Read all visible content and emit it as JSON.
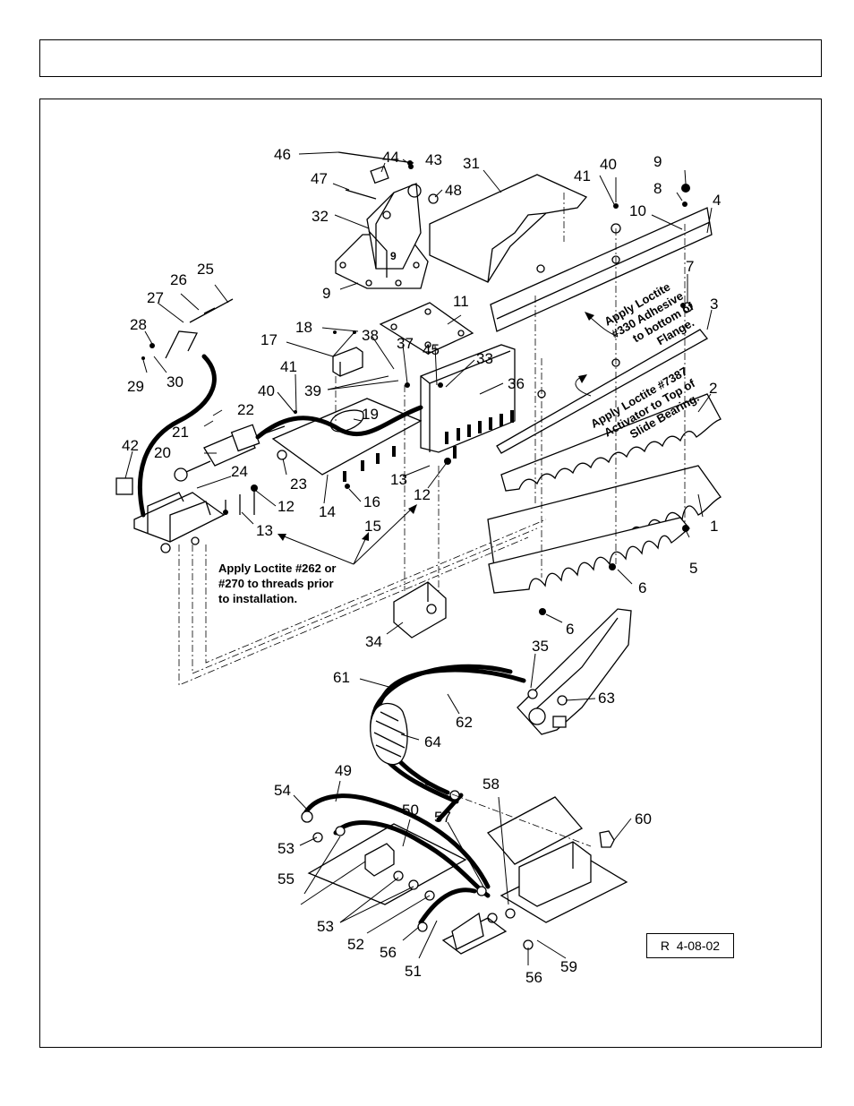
{
  "header": {
    "title": ""
  },
  "revision": "R  4-08-02",
  "notes": {
    "loctite_330_line1": "Apply Loctite",
    "loctite_330_line2": "#330 Adhesive",
    "loctite_330_line3": "to bottom of",
    "loctite_330_line4": "Flange.",
    "loctite_7387_line1": "Apply Loctite #7387",
    "loctite_7387_line2": "Activator to Top of",
    "loctite_7387_line3": "Slide Bearing.",
    "loctite_262_line1": "Apply Loctite #262 or",
    "loctite_262_line2": "#270 to threads prior",
    "loctite_262_line3": "to installation."
  },
  "callouts": {
    "c1": "1",
    "c2": "2",
    "c3": "3",
    "c4": "4",
    "c5": "5",
    "c6a": "6",
    "c6b": "6",
    "c7": "7",
    "c8": "8",
    "c9a": "9",
    "c9b": "9",
    "c9c": "9",
    "c10": "10",
    "c11": "11",
    "c12a": "12",
    "c12b": "12",
    "c13a": "13",
    "c13b": "13",
    "c14": "14",
    "c15": "15",
    "c16": "16",
    "c17": "17",
    "c18": "18",
    "c19": "19",
    "c20": "20",
    "c21": "21",
    "c22": "22",
    "c23": "23",
    "c24": "24",
    "c25": "25",
    "c26": "26",
    "c27": "27",
    "c28": "28",
    "c29": "29",
    "c30": "30",
    "c31": "31",
    "c32": "32",
    "c33": "33",
    "c34": "34",
    "c35": "35",
    "c36": "36",
    "c37": "37",
    "c38": "38",
    "c39": "39",
    "c40a": "40",
    "c40b": "40",
    "c41a": "41",
    "c41b": "41",
    "c42": "42",
    "c43": "43",
    "c44": "44",
    "c45": "45",
    "c46": "46",
    "c47": "47",
    "c48": "48",
    "c49": "49",
    "c50": "50",
    "c51": "51",
    "c52": "52",
    "c53a": "53",
    "c53b": "53",
    "c54": "54",
    "c55": "55",
    "c56a": "56",
    "c56b": "56",
    "c57": "57",
    "c58": "58",
    "c59": "59",
    "c60": "60",
    "c61": "61",
    "c62": "62",
    "c63": "63",
    "c64": "64"
  }
}
